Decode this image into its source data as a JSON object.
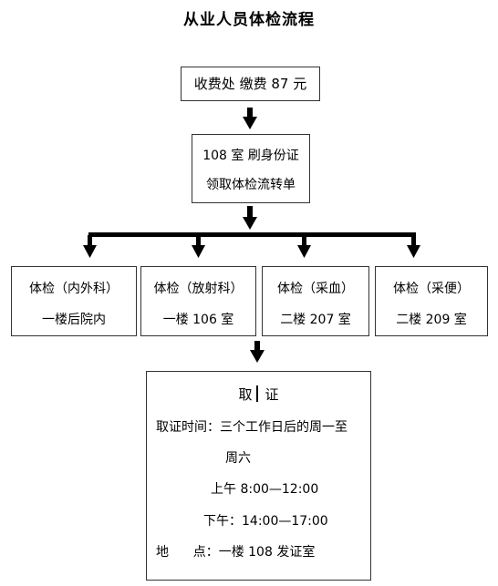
{
  "title": "从业人员体检流程",
  "step1": {
    "text": "收费处 缴费 87 元"
  },
  "step2": {
    "line1": "108 室 刷身份证",
    "line2": "领取体检流转单"
  },
  "exams": [
    {
      "line1": "体检（内外科）",
      "line2": "一楼后院内"
    },
    {
      "line1": "体检（放射科）",
      "line2": "一楼 106 室"
    },
    {
      "line1": "体检（采血）",
      "line2": "二楼 207 室"
    },
    {
      "line1": "体检（采便）",
      "line2": "二楼 209 室"
    }
  ],
  "pickup": {
    "title_a": "取",
    "title_b": "证",
    "time_line1": "取证时间：三个工作日后的周一至",
    "time_line2": "周六",
    "morning": "上午 8:00—12:00",
    "afternoon": "下午：14:00—17:00",
    "location_label": "地      点：",
    "location_value": "一楼 108 发证室"
  }
}
